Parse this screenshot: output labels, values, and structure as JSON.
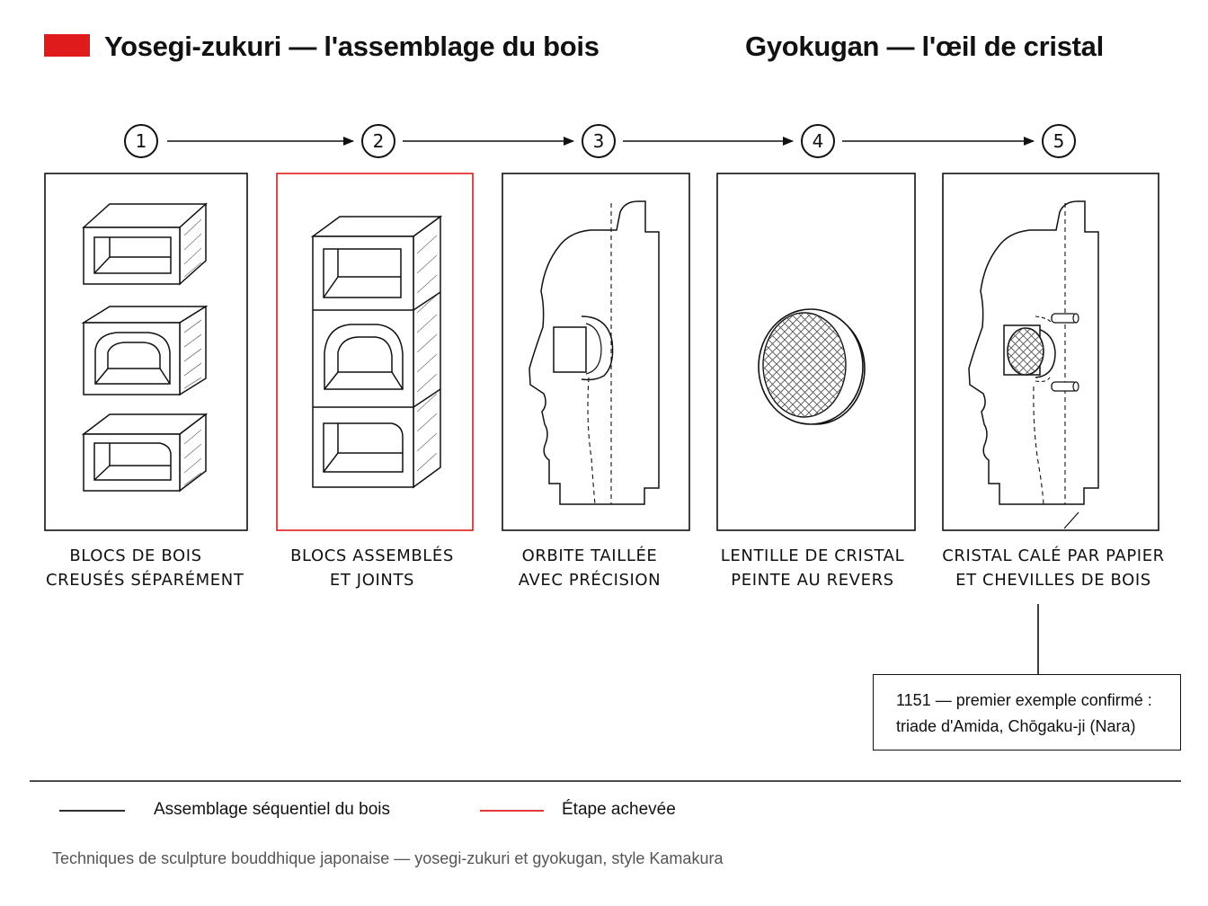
{
  "accent_color": "#e01b1b",
  "header": {
    "title_left": "Yosegi-zukuri — l'assemblage du bois",
    "title_right": "Gyokugan — l'œil de cristal"
  },
  "steps": [
    {
      "number": "1",
      "caption_line1": "BLOCS DE BOIS",
      "caption_line2": "CREUSÉS SÉPARÉMENT",
      "completed": false
    },
    {
      "number": "2",
      "caption_line1": "BLOCS ASSEMBLÉS",
      "caption_line2": "ET JOINTS",
      "completed": true
    },
    {
      "number": "3",
      "caption_line1": "ORBITE TAILLÉE",
      "caption_line2": "AVEC PRÉCISION",
      "completed": false
    },
    {
      "number": "4",
      "caption_line1": "LENTILLE DE CRISTAL",
      "caption_line2": "PEINTE AU REVERS",
      "completed": false
    },
    {
      "number": "5",
      "caption_line1": "CRISTAL CALÉ PAR PAPIER",
      "caption_line2": "ET CHEVILLES DE BOIS",
      "completed": false
    }
  ],
  "annotation": {
    "line1": "1151 — premier exemple confirmé :",
    "line2": "triade d'Amida, Chōgaku-ji (Nara)"
  },
  "legend": [
    {
      "label": "Assemblage séquentiel du bois",
      "color": "#111111"
    },
    {
      "label": "Étape achevée",
      "color": "#e01b1b"
    }
  ],
  "footer": {
    "caption": "Techniques de sculpture bouddhique japonaise — yosegi-zukuri et gyokugan, style Kamakura"
  }
}
